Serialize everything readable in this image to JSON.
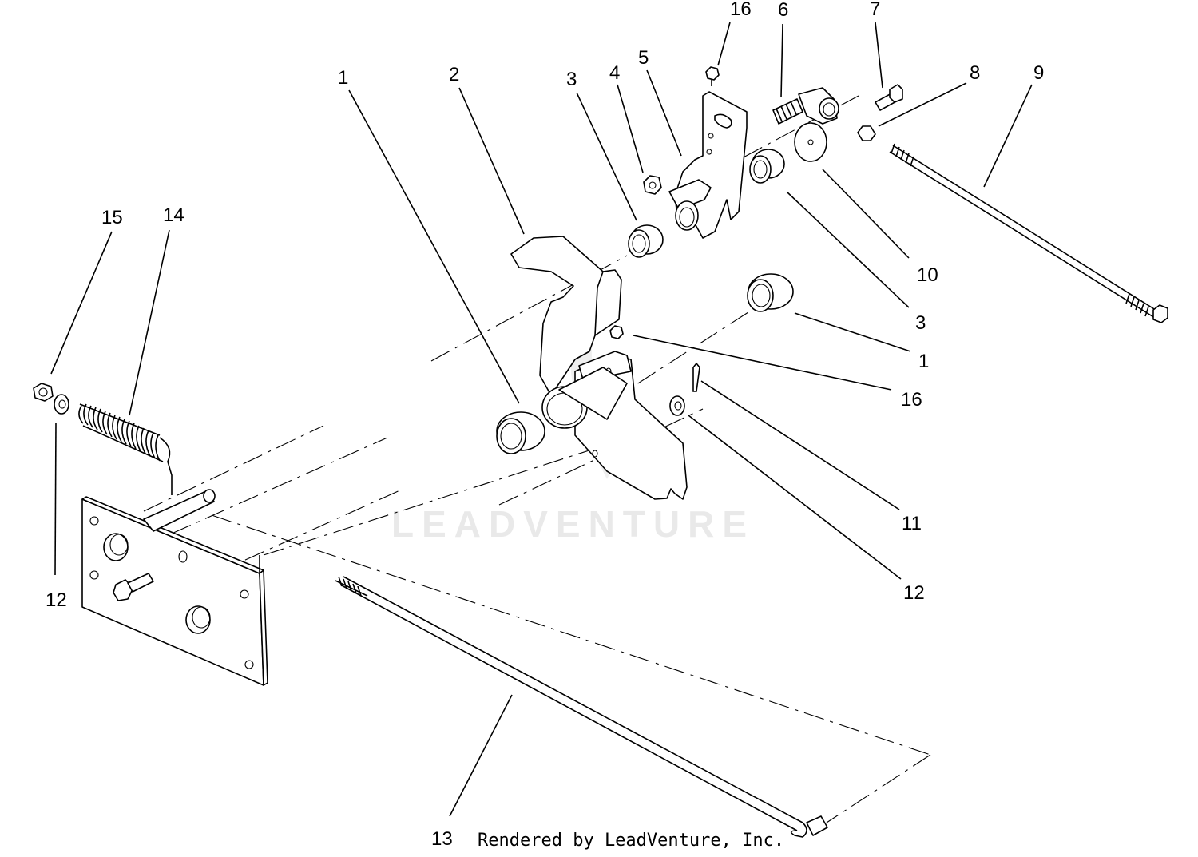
{
  "watermark": {
    "text": "LEADVENTURE"
  },
  "credit": {
    "text": "Rendered by LeadVenture, Inc."
  },
  "callouts": [
    {
      "id": "c1a",
      "label": "1"
    },
    {
      "id": "c2",
      "label": "2"
    },
    {
      "id": "c3a",
      "label": "3"
    },
    {
      "id": "c4",
      "label": "4"
    },
    {
      "id": "c5",
      "label": "5"
    },
    {
      "id": "c16a",
      "label": "16"
    },
    {
      "id": "c6",
      "label": "6"
    },
    {
      "id": "c7",
      "label": "7"
    },
    {
      "id": "c8",
      "label": "8"
    },
    {
      "id": "c9",
      "label": "9"
    },
    {
      "id": "c10",
      "label": "10"
    },
    {
      "id": "c3b",
      "label": "3"
    },
    {
      "id": "c1b",
      "label": "1"
    },
    {
      "id": "c16b",
      "label": "16"
    },
    {
      "id": "c11",
      "label": "11"
    },
    {
      "id": "c12a",
      "label": "12"
    },
    {
      "id": "c15",
      "label": "15"
    },
    {
      "id": "c14",
      "label": "14"
    },
    {
      "id": "c12b",
      "label": "12"
    },
    {
      "id": "c13",
      "label": "13"
    }
  ]
}
